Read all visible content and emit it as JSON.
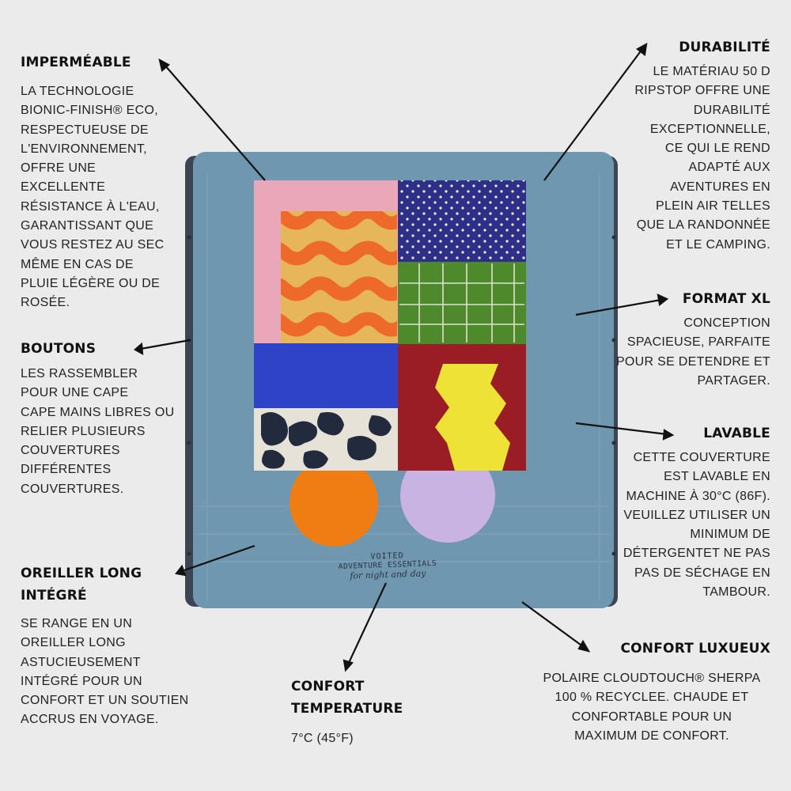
{
  "colors": {
    "background": "#ebebeb",
    "blanket": "#6f98b0",
    "blanket_edge": "#3e4552",
    "pink": "#e9a7ba",
    "yellow": "#e6b75a",
    "orange": "#ee6a2a",
    "navy": "#2e2f86",
    "green": "#4e8a2c",
    "blue": "#2f43c8",
    "red": "#9a1c24",
    "lemon": "#eee236",
    "cream": "#e7e2d8",
    "ink": "#222a3e",
    "lavender": "#c9b3e3",
    "orange_circle": "#f07d14"
  },
  "blanket_logo": {
    "line1": "VOITED",
    "line2": "ADVENTURE ESSENTIALS",
    "line3": "for night and day"
  },
  "features": {
    "impermeable": {
      "title": "IMPERMÉABLE",
      "text": "LA TECHNOLOGIE\nBIONIC-FINISH® ECO,\nRESPECTUEUSE DE\nL'ENVIRONNEMENT,\nOFFRE UNE\nEXCELLENTE\nRÉSISTANCE À L'EAU,\nGARANTISSANT QUE\nVOUS RESTEZ AU SEC\nMÊME EN CAS DE\nPLUIE LÉGÈRE OU DE\nROSÉE."
    },
    "boutons": {
      "title": "BOUTONS",
      "text": "LES RASSEMBLER\nPOUR UNE CAPE\nCAPE MAINS LIBRES OU\nRELIER PLUSIEURS\nCOUVERTURES\nDIFFÉRENTES\nCOUVERTURES."
    },
    "oreiller": {
      "title_line1": "OREILLER LONG",
      "title_line2": "INTÉGRÉ",
      "text": "SE RANGE EN UN\nOREILLER LONG\nASTUCIEUSEMENT\nINTÉGRÉ POUR UN\nCONFORT ET UN SOUTIEN\nACCRUS EN VOYAGE."
    },
    "temperature": {
      "title_line1": "CONFORT",
      "title_line2": "TEMPERATURE",
      "text": "7°C (45°F)"
    },
    "durabilite": {
      "title": "DURABILITÉ",
      "text": "LE MATÉRIAU 50 D\nRIPSTOP OFFRE UNE\nDURABILITÉ\nEXCEPTIONNELLE,\nCE QUI LE REND\nADAPTÉ AUX\nAVENTURES EN\nPLEIN AIR TELLES\nQUE LA RANDONNÉE\nET LE CAMPING."
    },
    "format": {
      "title": "FORMAT XL",
      "text": "CONCEPTION\nSPACIEUSE, PARFAITE\nPOUR SE DETENDRE ET\nPARTAGER."
    },
    "lavable": {
      "title": "LAVABLE",
      "text": "CETTE COUVERTURE\nEST LAVABLE EN\nMACHINE À 30°C (86F).\nVEUILLEZ UTILISER UN\nMINIMUM DE\nDÉTERGENTET NE PAS\nPAS DE SÉCHAGE EN\nTAMBOUR."
    },
    "confort": {
      "title": "CONFORT LUXUEUX",
      "text": "POLAIRE CLOUDTOUCH® SHERPA\n100 % RECYCLEE. CHAUDE ET\nCONFORTABLE POUR UN\nMAXIMUM DE CONFORT."
    }
  }
}
